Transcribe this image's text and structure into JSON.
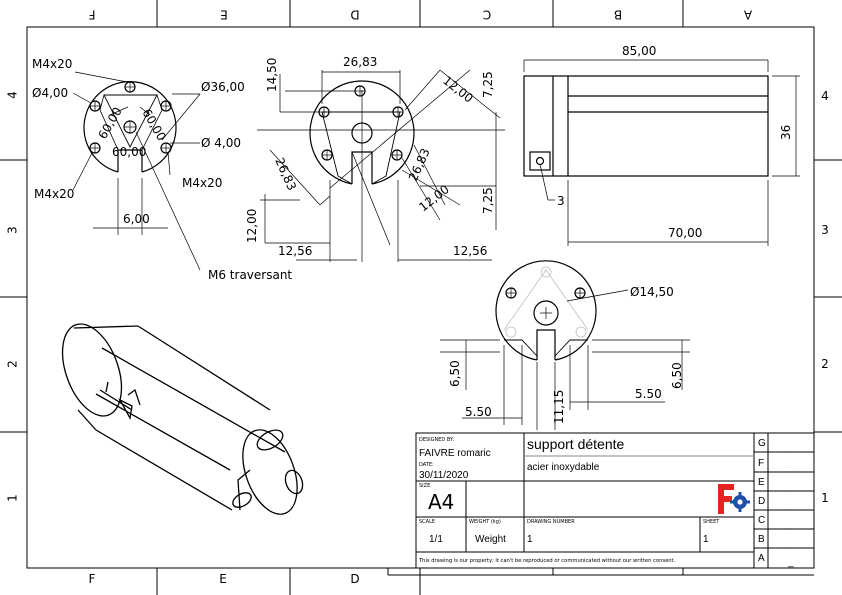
{
  "zones": {
    "top": [
      "F",
      "E",
      "D",
      "C",
      "B",
      "A"
    ],
    "bottom": [
      "F",
      "E",
      "D"
    ],
    "left": [
      "4",
      "3",
      "2",
      "1"
    ],
    "right": [
      "4",
      "3",
      "2",
      "1"
    ]
  },
  "dims": {
    "m4_a": "M4x20",
    "d4_a": "Ø4,00",
    "ang_a": "60,00",
    "ang_b": "60,00",
    "ang_c": "60,00",
    "d36": "Ø36,00",
    "d4_b": "Ø 4,00",
    "m4_b": "M4x20",
    "m4_c": "M4x20",
    "w6": "6,00",
    "m6": "M6 traversant",
    "d1450": "14,50",
    "d2683a": "26,83",
    "d1200a": "12,00",
    "d725a": "7,25",
    "d2683b": "26,83",
    "d2683c": "26,83",
    "d1200b": "12,00",
    "d725b": "7,25",
    "d1200c": "12,00",
    "d1256a": "12,56",
    "d1256b": "12,56",
    "d85": "85,00",
    "d36s": "36",
    "d3": "3",
    "d70": "70,00",
    "d1450b": "Ø14,50",
    "d650a": "6,50",
    "d550a": "5.50",
    "d1115": "11,15",
    "d550b": "5.50",
    "d650b": "6,50"
  },
  "titleblock": {
    "designed_by_label": "DESIGNED BY:",
    "designer": "FAIVRE romaric",
    "date_label": "DATE:",
    "date": "30/11/2020",
    "title": "support détente",
    "material": "acier inoxydable",
    "size_label": "SIZE",
    "size": "A4",
    "scale_label": "SCALE",
    "scale": "1/1",
    "weight_label": "WEIGHT (kg)",
    "weight": "Weight",
    "drawing_number_label": "DRAWING NUMBER",
    "drawing_number": "1",
    "sheet_label": "SHEET",
    "sheet": "1",
    "notice": "This drawing is our property; it can't be reproduced or communicated without our written consent.",
    "revisions": [
      {
        "letter": "G",
        "value": "_"
      },
      {
        "letter": "F",
        "value": "_"
      },
      {
        "letter": "E",
        "value": "_"
      },
      {
        "letter": "D",
        "value": "_"
      },
      {
        "letter": "C",
        "value": "_"
      },
      {
        "letter": "B",
        "value": "_"
      },
      {
        "letter": "A",
        "value": "_"
      }
    ]
  },
  "colors": {
    "line": "#000000",
    "construction": "#c0c0c0",
    "logo_red": "#e5231f",
    "logo_blue": "#1f4fa8"
  }
}
